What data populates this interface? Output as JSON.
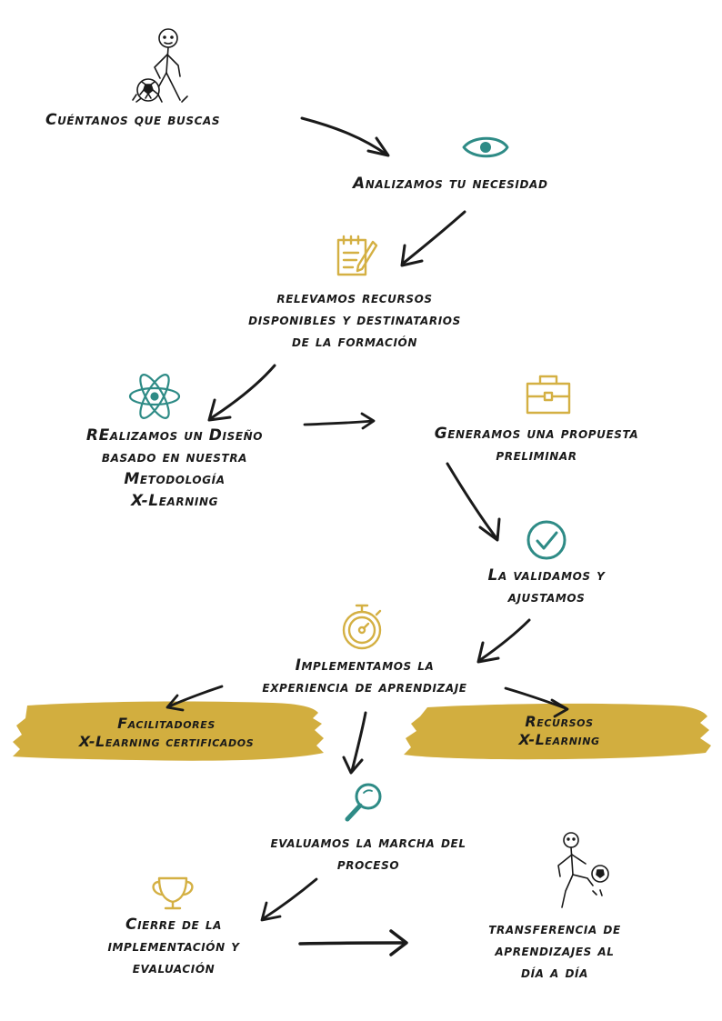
{
  "colors": {
    "ink": "#1a1a1a",
    "teal": "#2e8b86",
    "gold": "#d4b043",
    "brush": "#d2ae3f"
  },
  "steps": {
    "cuentanos": {
      "lines": [
        "Cuéntanos que buscas"
      ],
      "icon": "person-with-ball-icon"
    },
    "analizamos": {
      "lines": [
        "Analizamos tu necesidad"
      ],
      "icon": "eye-icon"
    },
    "relevamos": {
      "lines": [
        "relevamos recursos",
        "disponibles y destinatarios",
        "de la formación"
      ],
      "icon": "notepad-icon"
    },
    "disenamos": {
      "lines": [
        "REalizamos un Diseño",
        "basado en nuestra",
        "Metodología",
        "X-Learning"
      ],
      "icon": "atom-icon"
    },
    "propuesta": {
      "lines": [
        "Generamos una propuesta",
        "preliminar"
      ],
      "icon": "briefcase-icon"
    },
    "validamos": {
      "lines": [
        "La validamos y",
        "ajustamos"
      ],
      "icon": "check-circle-icon"
    },
    "implementamos": {
      "lines": [
        "Implementamos la",
        "experiencia de aprendizaje"
      ],
      "icon": "stopwatch-icon"
    },
    "facilitadores": {
      "lines": [
        "Facilitadores",
        "X-Learning certificados"
      ]
    },
    "recursos": {
      "lines": [
        "Recursos",
        "X-Learning"
      ]
    },
    "evaluamos": {
      "lines": [
        "evaluamos la marcha del",
        "proceso"
      ],
      "icon": "magnifier-icon"
    },
    "cierre": {
      "lines": [
        "Cierre de la",
        "implementación y",
        "evaluación"
      ],
      "icon": "trophy-icon"
    },
    "transferencia": {
      "lines": [
        "transferencia de",
        "aprendizajes al",
        "día a día"
      ],
      "icon": "person-juggling-ball-icon"
    }
  }
}
